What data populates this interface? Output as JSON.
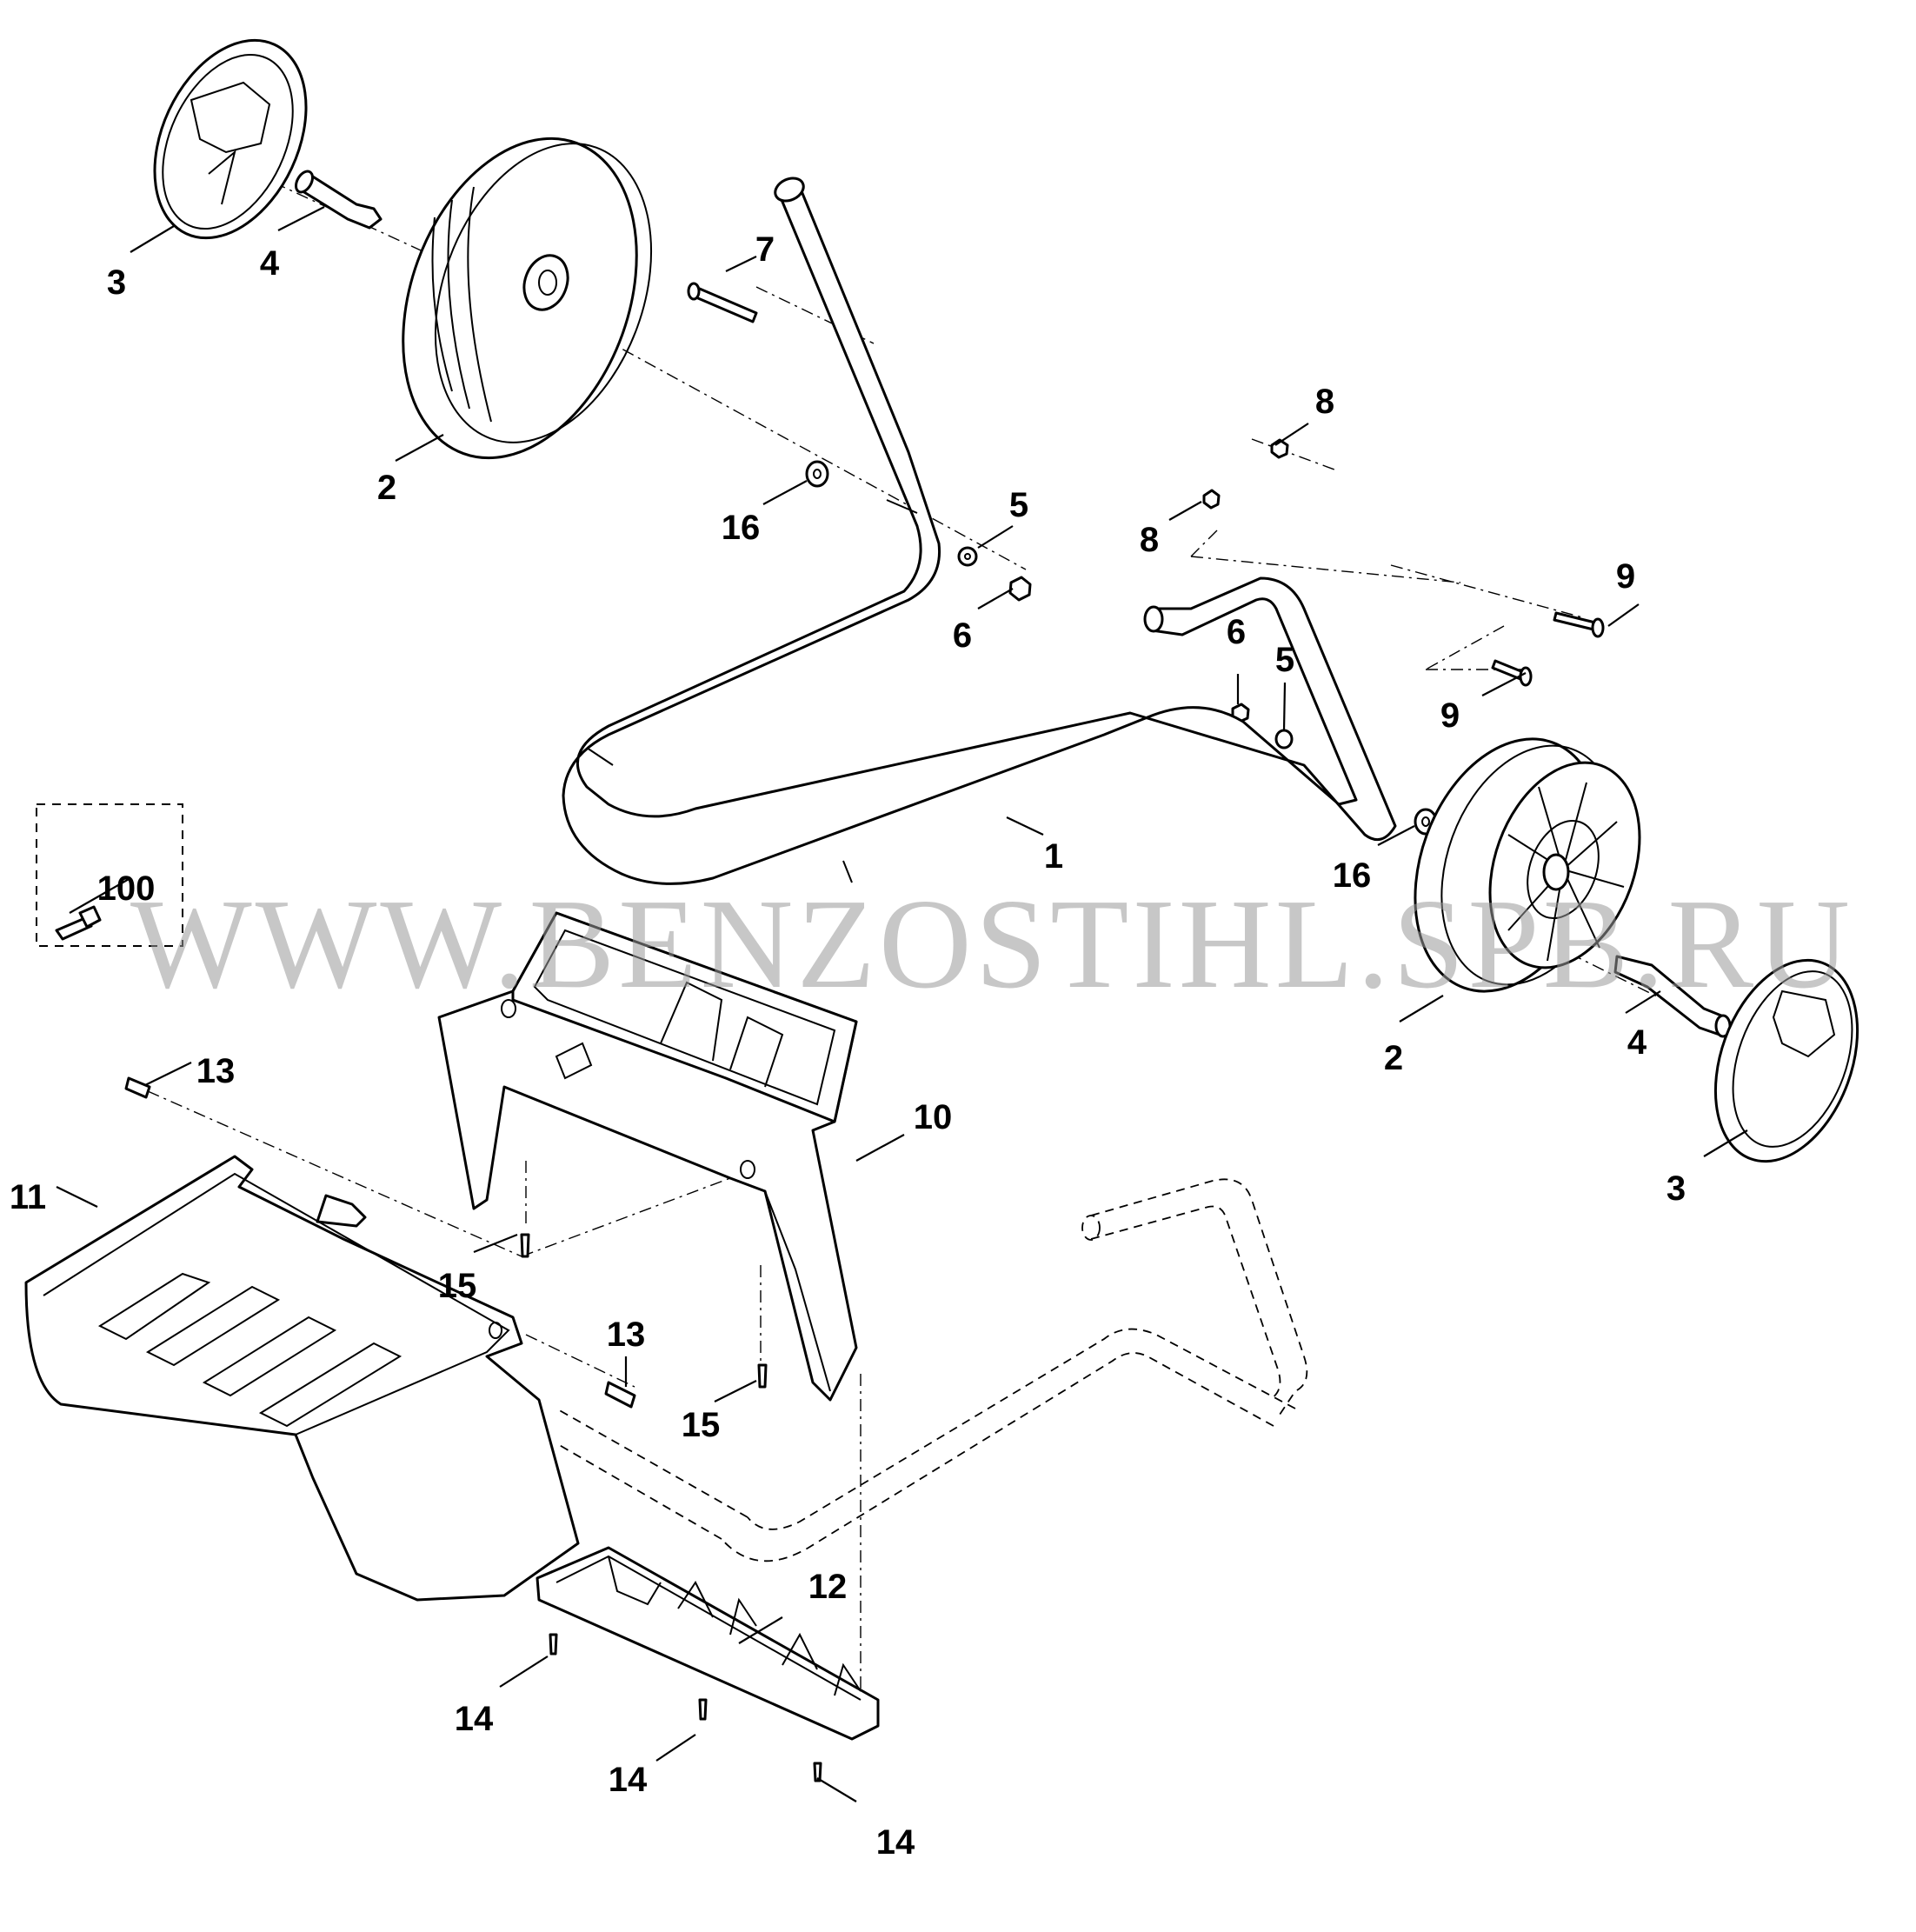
{
  "diagram": {
    "watermark": "WWW.BENZOSTIHL.SPB.RU",
    "callouts": {
      "c1": "1",
      "c2a": "2",
      "c2b": "2",
      "c3a": "3",
      "c3b": "3",
      "c4a": "4",
      "c4b": "4",
      "c5a": "5",
      "c5b": "5",
      "c6a": "6",
      "c6b": "6",
      "c7": "7",
      "c8a": "8",
      "c8b": "8",
      "c9a": "9",
      "c9b": "9",
      "c10": "10",
      "c11": "11",
      "c12": "12",
      "c13a": "13",
      "c13b": "13",
      "c14a": "14",
      "c14b": "14",
      "c14c": "14",
      "c15a": "15",
      "c15b": "15",
      "c16a": "16",
      "c16b": "16",
      "c100": "100"
    }
  }
}
